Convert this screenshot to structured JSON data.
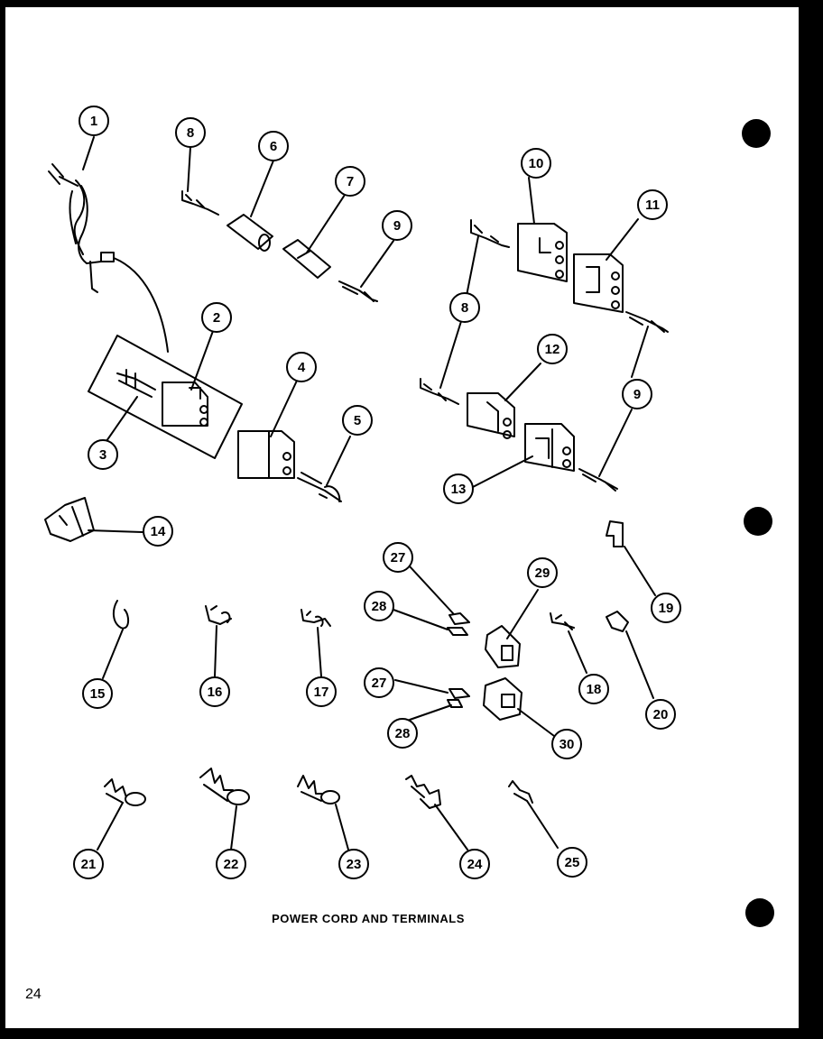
{
  "caption": "POWER CORD AND TERMINALS",
  "page_number": "24",
  "callouts": [
    "1",
    "2",
    "3",
    "4",
    "5",
    "6",
    "7",
    "8",
    "9",
    "10",
    "11",
    "12",
    "13",
    "14",
    "15",
    "16",
    "17",
    "18",
    "19",
    "20",
    "21",
    "22",
    "23",
    "24",
    "25",
    "27",
    "28",
    "29",
    "30"
  ]
}
